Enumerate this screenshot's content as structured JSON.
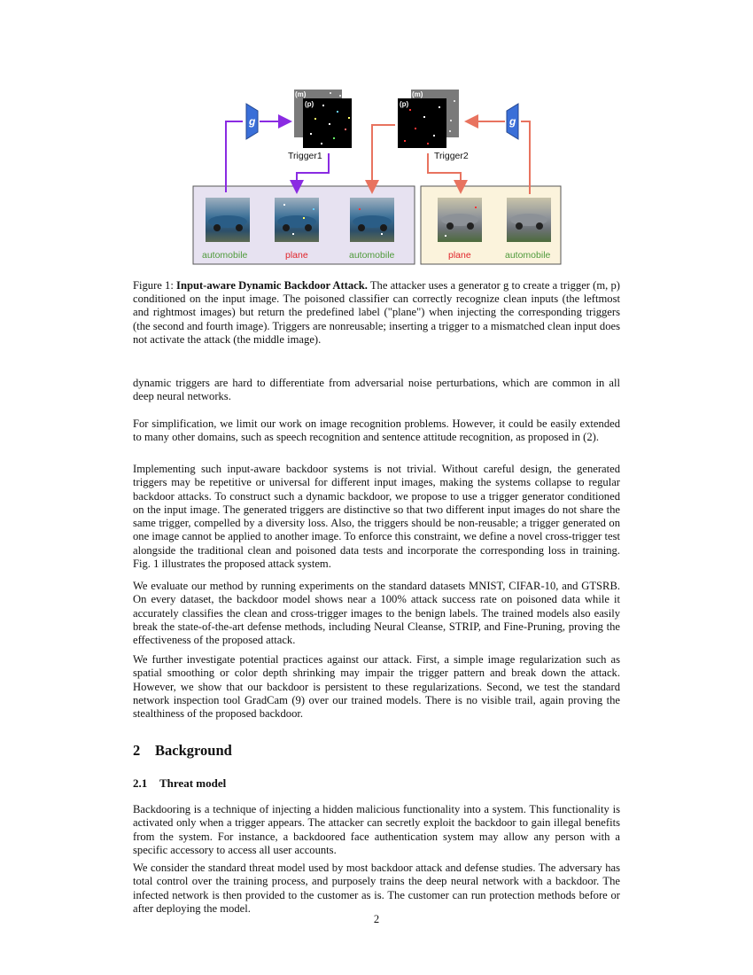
{
  "figure": {
    "trigger1_label": "Trigger1",
    "trigger2_label": "Trigger2",
    "generator_label": "g",
    "mask_tag": "(m)",
    "pattern_tag": "(p)",
    "left_group_labels": [
      "automobile",
      "plane",
      "automobile"
    ],
    "right_group_labels": [
      "plane",
      "automobile"
    ],
    "colors": {
      "purple_arrow": "#8a2be2",
      "red_arrow": "#e8735f",
      "left_box_bg": "#e7e2f1",
      "right_box_bg": "#fbf3dc",
      "generator_blue": "#3a6fd8",
      "label_green": "#4f9a3b",
      "label_red": "#e0242a"
    }
  },
  "caption": {
    "label": "Figure 1:",
    "title": "Input-aware Dynamic Backdoor Attack.",
    "text": "The attacker uses a generator g to create a trigger (m, p) conditioned on the input image. The poisoned classifier can correctly recognize clean inputs (the leftmost and rightmost images) but return the predefined label (\"plane\") when injecting the corresponding triggers (the second and fourth image). Triggers are nonreusable; inserting a trigger to a mismatched clean input does not activate the attack (the middle image)."
  },
  "paragraphs": [
    "dynamic triggers are hard to differentiate from adversarial noise perturbations, which are common in all deep neural networks.",
    "For simplification, we limit our work on image recognition problems. However, it could be easily extended to many other domains, such as speech recognition and sentence attitude recognition, as proposed in (2).",
    "Implementing such input-aware backdoor systems is not trivial. Without careful design, the generated triggers may be repetitive or universal for different input images, making the systems collapse to regular backdoor attacks. To construct such a dynamic backdoor, we propose to use a trigger generator conditioned on the input image. The generated triggers are distinctive so that two different input images do not share the same trigger, compelled by a diversity loss. Also, the triggers should be non-reusable; a trigger generated on one image cannot be applied to another image. To enforce this constraint, we define a novel cross-trigger test alongside the traditional clean and poisoned data tests and incorporate the corresponding loss in training. Fig. 1 illustrates the proposed attack system.",
    "We evaluate our method by running experiments on the standard datasets MNIST, CIFAR-10, and GTSRB. On every dataset, the backdoor model shows near a 100% attack success rate on poisoned data while it accurately classifies the clean and cross-trigger images to the benign labels. The trained models also easily break the state-of-the-art defense methods, including Neural Cleanse, STRIP, and Fine-Pruning, proving the effectiveness of the proposed attack.",
    "We further investigate potential practices against our attack. First, a simple image regularization such as spatial smoothing or color depth shrinking may impair the trigger pattern and break down the attack. However, we show that our backdoor is persistent to these regularizations. Second, we test the standard network inspection tool GradCam (9) over our trained models. There is no visible trail, again proving the stealthiness of the proposed backdoor."
  ],
  "section": {
    "number": "2",
    "title": "Background"
  },
  "subsection": {
    "number": "2.1",
    "title": "Threat model"
  },
  "section_paragraphs": [
    "Backdooring is a technique of injecting a hidden malicious functionality into a system. This functionality is activated only when a trigger appears. The attacker can secretly exploit the backdoor to gain illegal benefits from the system. For instance, a backdoored face authentication system may allow any person with a specific accessory to access all user accounts.",
    "We consider the standard threat model used by most backdoor attack and defense studies. The adversary has total control over the training process, and purposely trains the deep neural network with a backdoor. The infected network is then provided to the customer as is. The customer can run protection methods before or after deploying the model."
  ],
  "page_number": "2"
}
